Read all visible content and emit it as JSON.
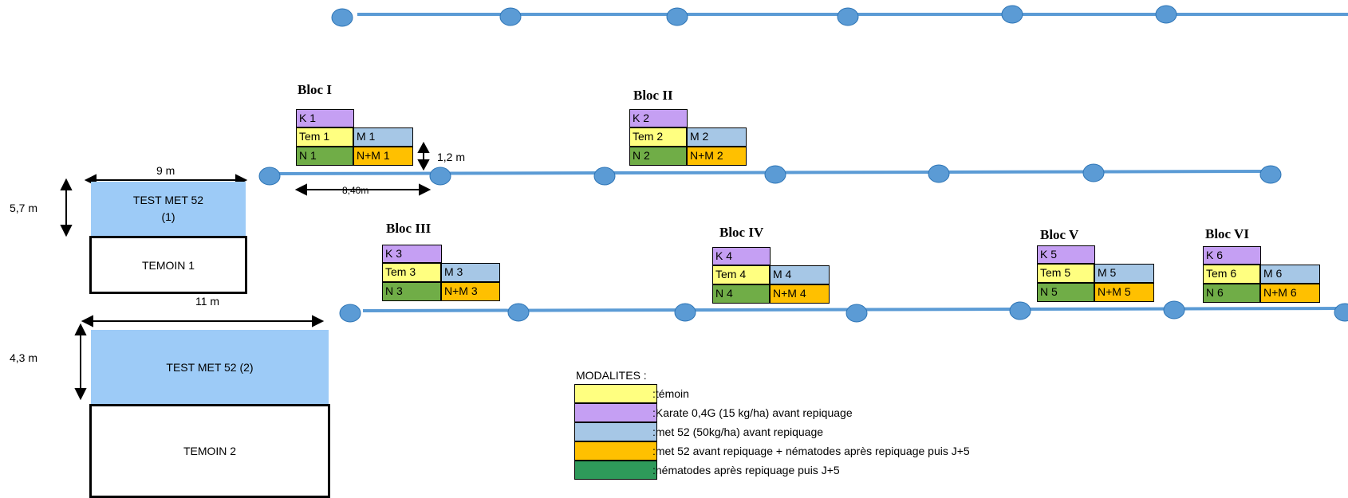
{
  "blocs": [
    {
      "title": "Bloc I",
      "cells": {
        "k": "K 1",
        "tem": "Tem 1",
        "m": "M 1",
        "n": "N 1",
        "nm": "N+M 1"
      }
    },
    {
      "title": "Bloc II",
      "cells": {
        "k": "K 2",
        "tem": "Tem 2",
        "m": "M 2",
        "n": "N 2",
        "nm": "N+M 2"
      }
    },
    {
      "title": "Bloc III",
      "cells": {
        "k": "K 3",
        "tem": "Tem 3",
        "m": "M 3",
        "n": "N 3",
        "nm": "N+M 3"
      }
    },
    {
      "title": "Bloc IV",
      "cells": {
        "k": "K 4",
        "tem": "Tem 4",
        "m": "M 4",
        "n": "N 4",
        "nm": "N+M 4"
      }
    },
    {
      "title": "Bloc V",
      "cells": {
        "k": "K 5",
        "tem": "Tem 5",
        "m": "M 5",
        "n": "N 5",
        "nm": "N+M 5"
      }
    },
    {
      "title": "Bloc VI",
      "cells": {
        "k": "K 6",
        "tem": "Tem 6",
        "m": "M 6",
        "n": "N 6",
        "nm": "N+M 6"
      }
    }
  ],
  "dimensions": {
    "w1": "9 m",
    "h1": "5,7 m",
    "w2": "11 m",
    "h2": "4,3 m",
    "plot_h": "1,2 m",
    "plot_w": "8,40m"
  },
  "plots": {
    "test1": "TEST MET 52\n(1)",
    "temoin1": "TEMOIN 1",
    "test2": "TEST MET 52 (2)",
    "temoin2": "TEMOIN 2"
  },
  "legend": {
    "title": "MODALITES :",
    "sep": ":",
    "items": [
      {
        "color": "#ffff80",
        "label": "témoin"
      },
      {
        "color": "#c59ff3",
        "label": "Karate 0,4G (15 kg/ha) avant repiquage"
      },
      {
        "color": "#a6c7e6",
        "label": "met 52 (50kg/ha) avant repiquage"
      },
      {
        "color": "#ffc000",
        "label": "met 52 avant repiquage + nématodes après repiquage puis J+5"
      },
      {
        "color": "#2e9a5a",
        "label": "nématodes après repiquage puis J+5"
      }
    ]
  },
  "colors": {
    "line": "#5b9bd5",
    "node": "#5b9bd5",
    "node_stroke": "#2e75b6",
    "test_fill": "#9dcbf7"
  }
}
